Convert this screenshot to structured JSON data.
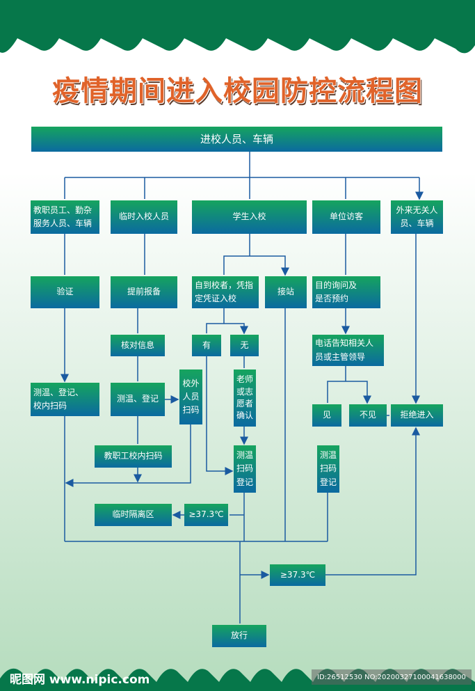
{
  "title": "疫情期间进入校园防控流程图",
  "nodes": {
    "top": "进校人员、车辆",
    "staff": "教职员工、勤杂\n服务人员、车辆",
    "temp": "临时入校人员",
    "student": "学生入校",
    "visitor": "单位访客",
    "outsider": "外来无关人\n员、车辆",
    "verify": "验证",
    "prereport": "提前报备",
    "self": "自到校者，凭指\n定凭证入校",
    "pickup": "接站",
    "purpose": "目的询问及\n是否预约",
    "checkinfo": "核对信息",
    "yes": "有",
    "no": "无",
    "phone": "电话告知相关人\n员或主管领导",
    "staff_check": "测温、登记、\n校内扫码",
    "temp_check": "测温、登记",
    "outside_scan": "校外\n人员\n扫码",
    "teacher_confirm": "老师\n或志\n愿者\n确认",
    "meet": "见",
    "nomeet": "不见",
    "reject": "拒绝进入",
    "staff_scan": "教职工校内扫码",
    "student_check": "测温\n扫码\n登记",
    "visitor_check": "测温\n扫码\n登记",
    "isolation": "临时隔离区",
    "fever1": "≥37.3℃",
    "fever2": "≥37.3℃",
    "release": "放行"
  },
  "footer": {
    "logo": "昵图网 www.nipic.com",
    "id": "ID:26512530 NO:20200327100041638000"
  }
}
